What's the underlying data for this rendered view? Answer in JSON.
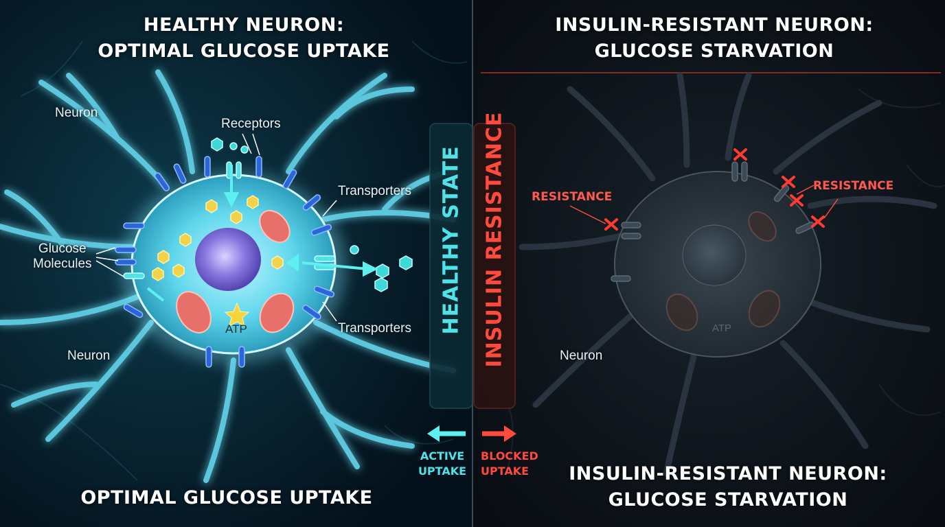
{
  "left_panel": {
    "title_line1": "HEALTHY NEURON:",
    "title_line2": "OPTIMAL GLUCOSE UPTAKE",
    "footer": "OPTIMAL GLUCOSE UPTAKE",
    "labels": {
      "neuron_top": "Neuron",
      "neuron_bottom": "Neuron",
      "receptors": "Receptors",
      "transporters_top": "Transporters",
      "transporters_bottom": "Transporters",
      "glucose_line1": "Glucose",
      "glucose_line2": "Molecules",
      "atp": "ATP"
    }
  },
  "right_panel": {
    "title_line1": "INSULIN-RESISTANT NEURON:",
    "title_line2": "GLUCOSE STARVATION",
    "footer_line1": "INSULIN-RESISTANT NEURON:",
    "footer_line2": "GLUCOSE STARVATION",
    "labels": {
      "resistance_left": "RESISTANCE",
      "resistance_right": "RESISTANCE",
      "neuron": "Neuron",
      "atp": "ATP"
    }
  },
  "center": {
    "healthy_state": "HEALTHY STATE",
    "insulin_resistance": "INSULIN RESISTANCE",
    "active_line1": "ACTIVE",
    "active_line2": "UPTAKE",
    "blocked_line1": "BLOCKED",
    "blocked_line2": "UPTAKE"
  },
  "colors": {
    "healthy_accent": "#4fe3e8",
    "resistance_accent": "#ff4a3d"
  }
}
